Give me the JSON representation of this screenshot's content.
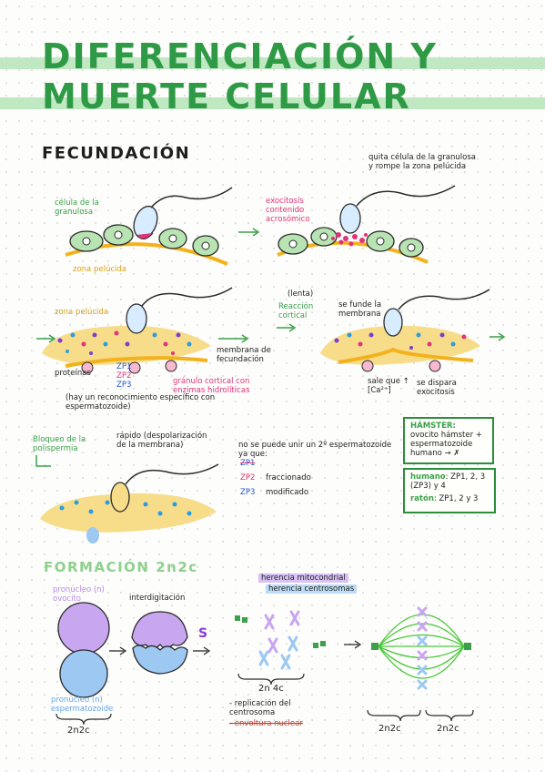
{
  "title": {
    "line1": "DIFERENCIACIÓN Y",
    "line2": "MUERTE CELULAR"
  },
  "fecundacion": {
    "heading": "FECUNDACIÓN",
    "panel1": {
      "label_celula": "célula de la granulosa",
      "label_zona": "zona pelúcida"
    },
    "panel2": {
      "label_top": "quita célula de la granulosa y rompe la zona pelúcida",
      "label_exocitosis": "exocitosis contenido acrosómico"
    },
    "panel3": {
      "label_zona": "zona pelúcida",
      "label_membrana": "membrana de fecundación",
      "label_proteinas": "proteínas",
      "zp1": "ZP1",
      "zp2": "ZP2",
      "zp3": "ZP3",
      "label_granulo": "gránulo cortical con enzimas hidrolíticas",
      "note": "(hay un reconocimiento específico con espermatozoide)"
    },
    "panel4": {
      "label_lenta": "(lenta)",
      "label_reaccion": "Reacción cortical",
      "label_fusion": "se funde la membrana",
      "label_ca": "sale que ↑ [Ca²⁺]",
      "label_exocitosis": "se dispara exocitosis"
    },
    "panel5": {
      "label_bloqueo": "Bloqueo de la polispermia",
      "label_rapido": "rápido (despolarización de la membrana)"
    },
    "zp_list": {
      "intro": "no se puede unir un 2º espermatozoide ya que:",
      "zp1": "ZP1",
      "zp2": "ZP2",
      "zp2_text": "fraccionado",
      "zp3": "ZP3",
      "zp3_text": "modificado"
    },
    "hamster_box": {
      "title": "HÁMSTER:",
      "text": "ovocito hámster + espermatozoide humano → ✗"
    },
    "species_box": {
      "humano_label": "humano",
      "humano_text": ": ZP1, 2, 3 (ZP3) y 4",
      "raton_label": "ratón",
      "raton_text": ": ZP1, 2 y 3"
    }
  },
  "formacion": {
    "heading": "FORMACIÓN 2n2c",
    "label_pronucleo_ovocito": "pronúcleo (n) ovocito",
    "label_pronucleo_esperma": "pronúcleo (n) espermatozoide",
    "label_interdigitacion": "interdigitación",
    "label_s": "S",
    "label_herencia_mito": "herencia mitocondrial",
    "label_herencia_centro": "herencia centrosomas",
    "label_2n4c": "2n 4c",
    "label_replicacion": "- replicación del centrosoma",
    "label_envoltura": "- envoltura nuclear",
    "label_2n2c_a": "2n2c",
    "label_2n2c_b": "2n2c",
    "label_2n2c_c": "2n2c"
  },
  "colors": {
    "title_green": "#2f9a46",
    "band_green": "#bfe8c3",
    "zona_yellow": "#f7dd8a",
    "membrane_orange": "#f2b21c",
    "cell_green": "#9ed79a",
    "pink": "#e0337a",
    "lilac": "#c9a7f0",
    "light_blue": "#9cc8f2"
  }
}
